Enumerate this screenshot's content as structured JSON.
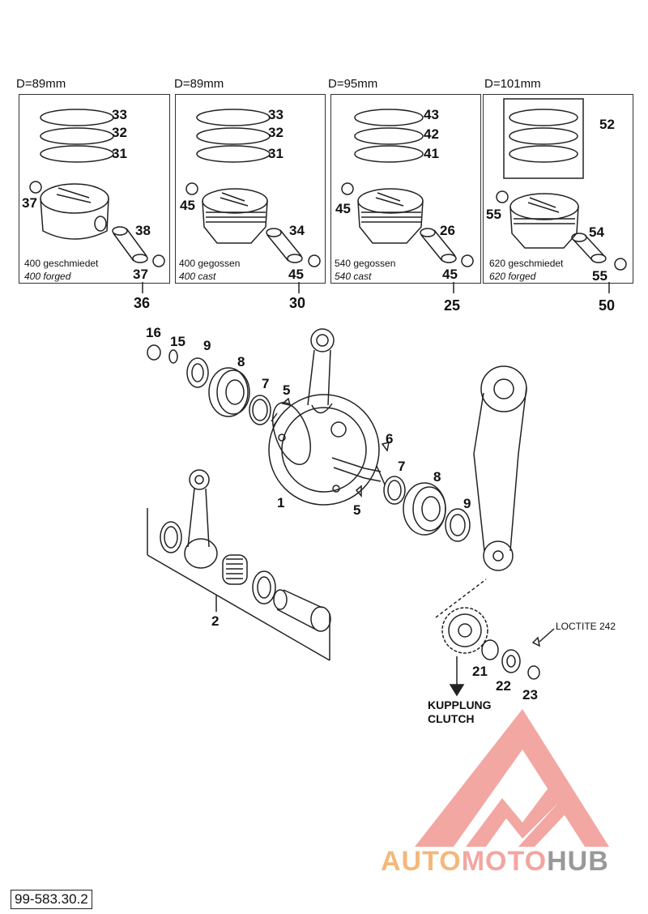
{
  "kits": [
    {
      "diameter": "D=89mm",
      "caption_de": "400 geschmiedet",
      "caption_en": "400 forged",
      "parts": [
        "33",
        "32",
        "31",
        "37",
        "38",
        "37"
      ],
      "kit_number": "36"
    },
    {
      "diameter": "D=89mm",
      "caption_de": "400 gegossen",
      "caption_en": "400 cast",
      "parts": [
        "33",
        "32",
        "31",
        "45",
        "34",
        "45"
      ],
      "kit_number": "30"
    },
    {
      "diameter": "D=95mm",
      "caption_de": "540 gegossen",
      "caption_en": "540 cast",
      "parts": [
        "43",
        "42",
        "41",
        "45",
        "26",
        "45"
      ],
      "kit_number": "25"
    },
    {
      "diameter": "D=101mm",
      "caption_de": "620 geschmiedet",
      "caption_en": "620 forged",
      "parts": [
        "52",
        "55",
        "54",
        "55"
      ],
      "kit_number": "50"
    }
  ],
  "callouts": [
    "16",
    "15",
    "9",
    "8",
    "7",
    "5",
    "6",
    "7",
    "8",
    "9",
    "1",
    "5",
    "2",
    "21",
    "22",
    "23"
  ],
  "loctite": "LOCTITE 242",
  "clutch_de": "KUPPLUNG",
  "clutch_en": "CLUTCH",
  "brand": {
    "part1": "AUTO",
    "part2": "MOTO",
    "part3": "HUB",
    "accent": "#f08a84"
  },
  "doc_number": "99-583.30.2"
}
